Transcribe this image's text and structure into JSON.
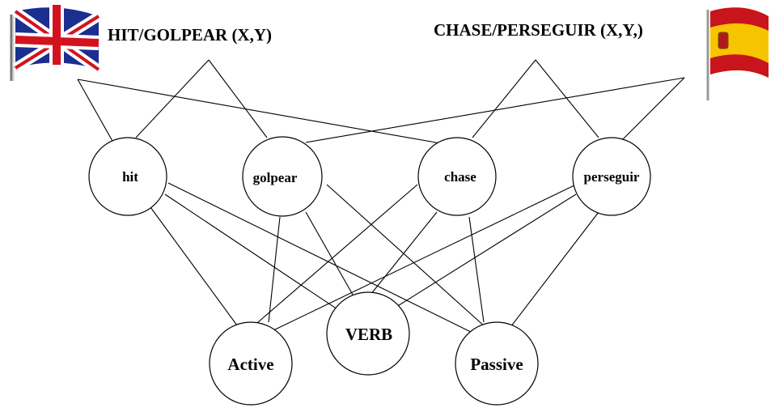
{
  "titles": {
    "english": "HIT/GOLPEAR (X,Y)",
    "spanish": "CHASE/PERSEGUIR (X,Y,)"
  },
  "nodes": {
    "hit": "hit",
    "golpear": "golpear",
    "chase": "chase",
    "perseguir": "perseguir",
    "active": "Active",
    "verb": "VERB",
    "passive": "Passive"
  },
  "flags": {
    "uk": {
      "icon": "uk-flag-icon",
      "colors": {
        "blue": "#1a2f8f",
        "red": "#d4121e",
        "white": "#ffffff"
      }
    },
    "spain": {
      "icon": "spain-flag-icon",
      "colors": {
        "red": "#c8141c",
        "yellow": "#f6c400"
      }
    }
  }
}
